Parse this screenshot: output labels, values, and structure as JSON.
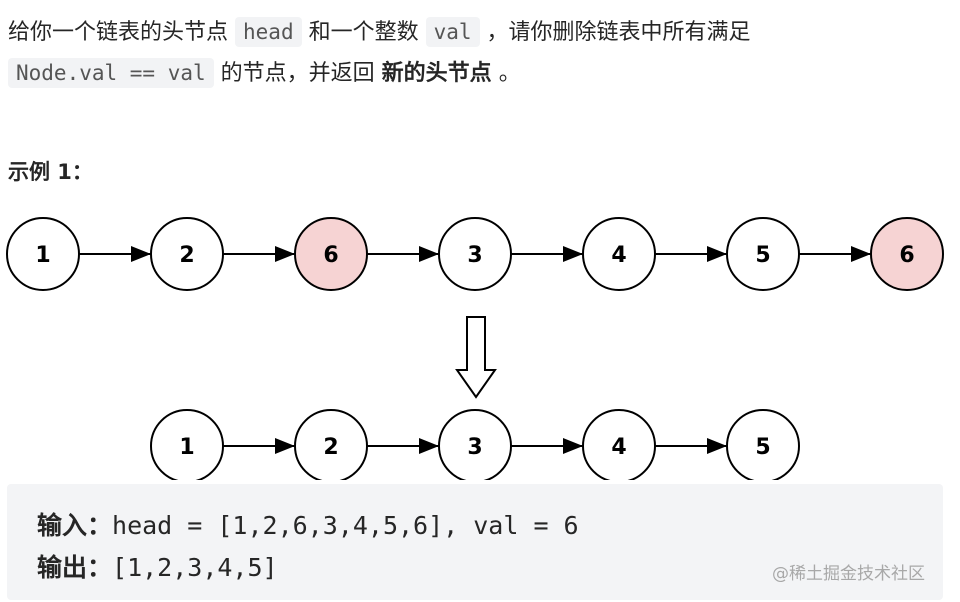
{
  "problem": {
    "t1": "给你一个链表的头节点",
    "code_head": "head",
    "t2": "和一个整数",
    "code_val": "val",
    "t3": "，请你删除链表中所有满足",
    "code_cond": "Node.val == val",
    "t4": "的节点，并返回",
    "bold": "新的头节点",
    "t5": "。"
  },
  "example": {
    "title": "示例 1：",
    "input_label": "输入：",
    "input_value": "head = [1,2,6,3,4,5,6], val = 6",
    "output_label": "输出：",
    "output_value": "[1,2,3,4,5]"
  },
  "diagram": {
    "top_list": [
      "1",
      "2",
      "6",
      "3",
      "4",
      "5",
      "6"
    ],
    "highlighted": [
      2,
      6
    ],
    "bottom_list": [
      "1",
      "2",
      "3",
      "4",
      "5"
    ],
    "highlight_color": "#f6d3d3"
  },
  "watermark": "@稀土掘金技术社区"
}
